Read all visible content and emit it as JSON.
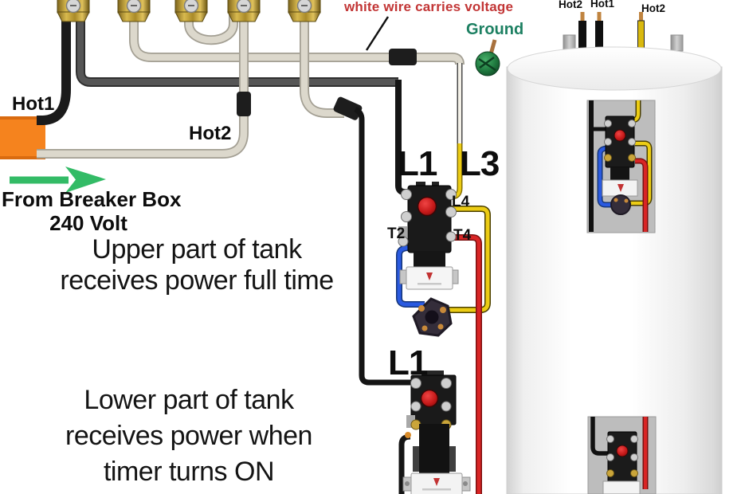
{
  "labels": {
    "white_wire_note": "white wire carries voltage",
    "ground": "Ground",
    "hot1": "Hot1",
    "hot2": "Hot2",
    "breaker_line1": "From Breaker Box",
    "breaker_line2": "240 Volt",
    "upper_note_line1": "Upper part of tank",
    "upper_note_line2": "receives power full time",
    "lower_note_line1": "Lower part of tank",
    "lower_note_line2": "receives power when",
    "lower_note_line3": "timer turns ON",
    "l1_upper": "L1",
    "l3": "L3",
    "l4": "L4",
    "t2": "T2",
    "t4": "T4",
    "l1_lower": "L1",
    "tank_hot2_left": "Hot2",
    "tank_hot1": "Hot1",
    "tank_hot2_right": "Hot2"
  },
  "colors": {
    "wire_white": "#dcd8cc",
    "wire_black": "#1a1a1a",
    "wire_dark_gray": "#565656",
    "wire_yellow": "#eccc14",
    "wire_red": "#d92525",
    "wire_blue": "#2a5ae0",
    "cable_orange": "#f5831e",
    "arrow_green": "#33bb66",
    "ground_text_green": "#1d8062",
    "note_red": "#c23535",
    "brass_terminal": "#c9a93c",
    "tank_panel_gray": "#bdbdbd"
  }
}
